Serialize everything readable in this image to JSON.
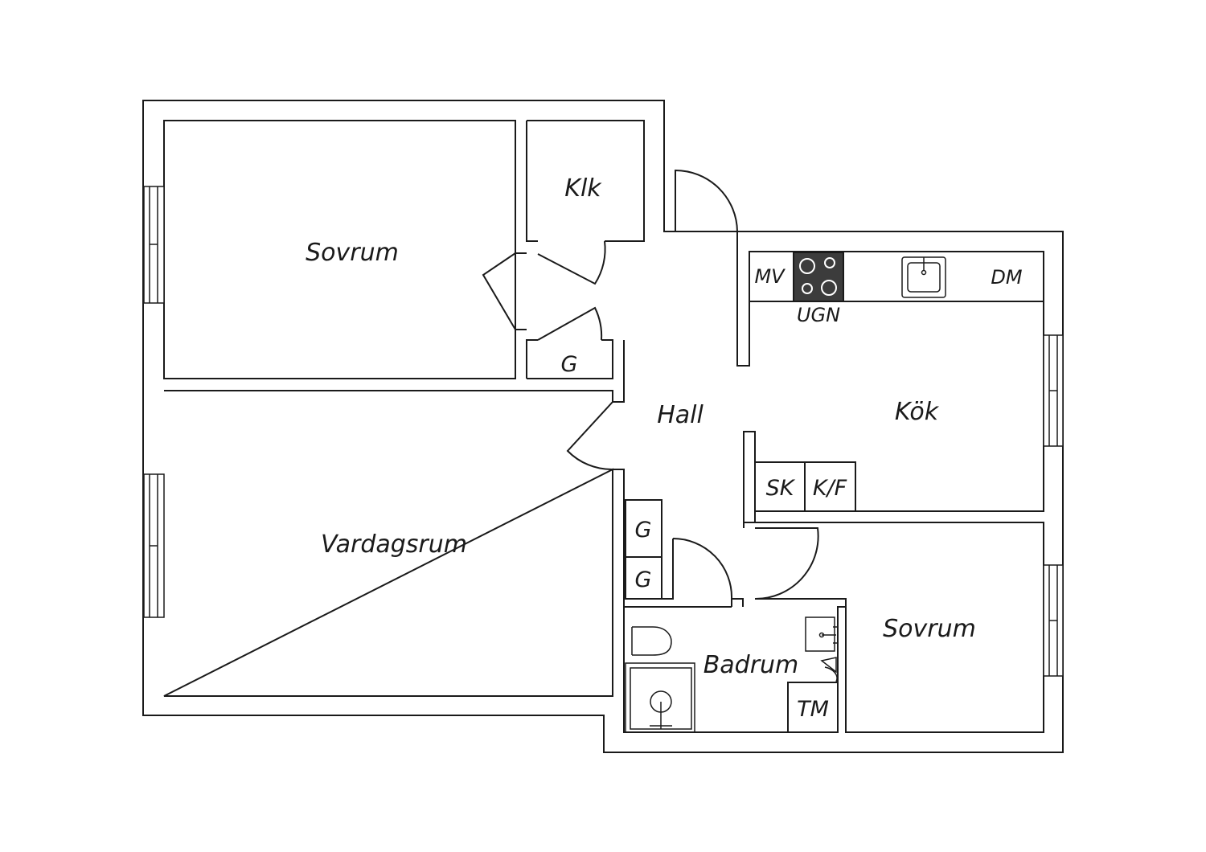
{
  "rooms": {
    "sovrum_1": "Sovrum",
    "klk": "Klk",
    "g_1": "G",
    "hall": "Hall",
    "kok": "Kök",
    "vardagsrum": "Vardagsrum",
    "g_2": "G",
    "g_3": "G",
    "badrum": "Badrum",
    "sovrum_2": "Sovrum"
  },
  "fixtures": {
    "mv": "MV",
    "ugn": "UGN",
    "dm": "DM",
    "sk": "SK",
    "kf": "K/F",
    "tm": "TM"
  },
  "colors": {
    "line": "#1a1a1a",
    "stove": "#3c3c3c",
    "background": "#ffffff"
  }
}
